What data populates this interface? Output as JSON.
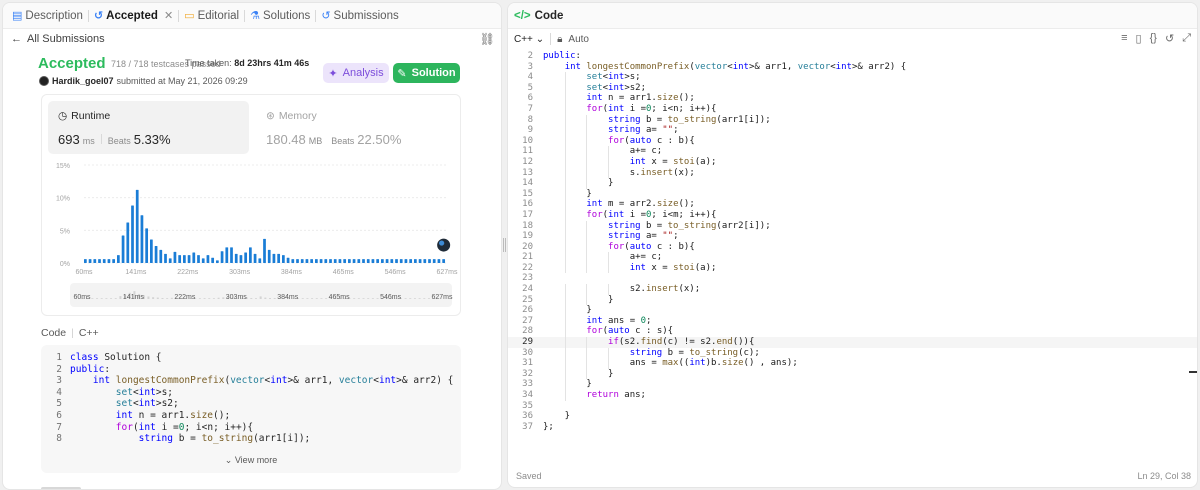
{
  "left_tabs": [
    {
      "icon": "description-icon",
      "label": "Description"
    },
    {
      "icon": "history-icon",
      "label": "Accepted",
      "active": true
    },
    {
      "icon": "book-icon",
      "label": "Editorial"
    },
    {
      "icon": "flask-icon",
      "label": "Solutions"
    },
    {
      "icon": "history-icon",
      "label": "Submissions"
    }
  ],
  "subbar": {
    "back_label": "All Submissions"
  },
  "result": {
    "status": "Accepted",
    "testcases": "718 / 718 testcases passed",
    "time_taken_label": "Time taken:",
    "time_taken": "8d 23hrs 41m 46s",
    "username": "Hardik_goel07",
    "submitted": "submitted at May 21, 2026 09:29",
    "analysis_label": "Analysis",
    "solution_label": "Solution"
  },
  "runtime": {
    "label": "Runtime",
    "value": "693",
    "unit": "ms",
    "beats_label": "Beats",
    "beats": "5.33%"
  },
  "memory": {
    "label": "Memory",
    "value": "180.48",
    "unit": "MB",
    "beats_label": "Beats",
    "beats": "22.50%"
  },
  "chart_data": {
    "type": "bar",
    "yticks": [
      "15%",
      "10%",
      "5%",
      "0%"
    ],
    "ylim": [
      0,
      15
    ],
    "xticks": [
      "60ms",
      "141ms",
      "222ms",
      "303ms",
      "384ms",
      "465ms",
      "546ms",
      "627ms"
    ],
    "mini_xticks": [
      "60ms",
      "141ms",
      "222ms",
      "303ms",
      "384ms",
      "465ms",
      "546ms",
      "627ms"
    ],
    "values": [
      0.6,
      0.6,
      0.6,
      0.6,
      0.6,
      0.6,
      0.6,
      1.2,
      4.2,
      6.2,
      8.8,
      11.2,
      7.3,
      5.3,
      3.6,
      2.6,
      2.0,
      1.4,
      0.7,
      1.7,
      1.2,
      1.2,
      1.2,
      1.6,
      1.2,
      0.7,
      1.2,
      0.8,
      0.4,
      1.8,
      2.4,
      2.4,
      1.4,
      1.2,
      1.6,
      2.4,
      1.4,
      0.7,
      3.7,
      2.0,
      1.4,
      1.4,
      1.2,
      0.8,
      0.6,
      0.6,
      0.6,
      0.6,
      0.6,
      0.6,
      0.6,
      0.6,
      0.6,
      0.6,
      0.6,
      0.6,
      0.6,
      0.6,
      0.6,
      0.6,
      0.6,
      0.6,
      0.6,
      0.6,
      0.6,
      0.6,
      0.6,
      0.6,
      0.6,
      0.6,
      0.6,
      0.6,
      0.6,
      0.6,
      0.6,
      0.6,
      0.6
    ],
    "highlight_index": 76,
    "bar_color": "#1a7dd6",
    "grid": true
  },
  "code_preview": {
    "label": "Code",
    "lang": "C++",
    "view_more": "View more",
    "lines": [
      "class Solution {",
      "public:",
      "    int longestCommonPrefix(vector<int>& arr1, vector<int>& arr2) {",
      "        set<int>s;",
      "        set<int>s2;",
      "        int n = arr1.size();",
      "        for(int i =0; i<n; i++){",
      "            string b = to_string(arr1[i]);"
    ]
  },
  "editor": {
    "tab_label": "Code",
    "language": "C++",
    "mode": "Auto",
    "status_left": "Saved",
    "status_right": "Ln 29, Col 38",
    "first_line_number": 2,
    "current_line": 29,
    "lines": [
      "public:",
      "    int longestCommonPrefix(vector<int>& arr1, vector<int>& arr2) {",
      "        set<int>s;",
      "        set<int>s2;",
      "        int n = arr1.size();",
      "        for(int i =0; i<n; i++){",
      "            string b = to_string(arr1[i]);",
      "            string a= \"\";",
      "            for(auto c : b){",
      "                a+= c;",
      "                int x = stoi(a);",
      "                s.insert(x);",
      "            }",
      "        }",
      "        int m = arr2.size();",
      "        for(int i =0; i<m; i++){",
      "            string b = to_string(arr2[i]);",
      "            string a= \"\";",
      "            for(auto c : b){",
      "                a+= c;",
      "                int x = stoi(a);",
      "",
      "                s2.insert(x);",
      "            }",
      "        }",
      "        int ans = 0;",
      "        for(auto c : s){",
      "            if(s2.find(c) != s2.end()){",
      "                string b = to_string(c);",
      "                ans = max((int)b.size() , ans);",
      "            }",
      "        }",
      "        return ans;",
      "",
      "    }",
      "};"
    ]
  }
}
